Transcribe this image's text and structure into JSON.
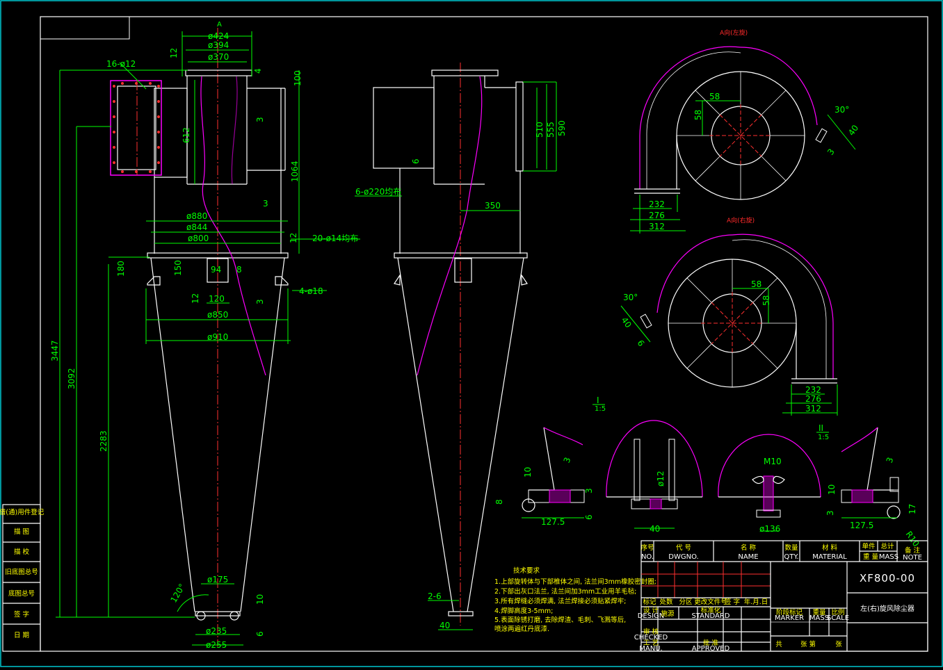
{
  "drawing_number": "XF800-00",
  "drawing_title": "左(右)旋风除尘器",
  "side_records": [
    "借(通)用件登记",
    "描 图",
    "描 校",
    "旧底图总号",
    "底图总号",
    "签 字",
    "日 期"
  ],
  "title_block": {
    "header_row": {
      "seq": "序号",
      "seq_en": "NO.",
      "code": "代 号",
      "code_en": "DWGNO.",
      "name": "名 称",
      "name_en": "NAME",
      "qty": "数量",
      "qty_en": "QTY.",
      "material": "材 料",
      "material_en": "MATERIAL",
      "unit": "单件",
      "total": "总计",
      "weight": "重 量",
      "weight_en": "MASS",
      "note": "备 注",
      "note_en": "NOTE"
    },
    "revision_row": [
      "标记",
      "处数",
      "分区",
      "更改文件号",
      "签 字",
      "年.月.日"
    ],
    "roles": [
      {
        "cn": "设 计",
        "en": "DESIGN",
        "extra": "施源"
      },
      {
        "cn": "审 核",
        "en": "CHECKED"
      },
      {
        "cn": "工 艺",
        "en": "MANU."
      }
    ],
    "standard": {
      "cn": "标准化",
      "en": "STANDARD"
    },
    "approve": {
      "cn": "批 准",
      "en": "APPROVED"
    },
    "stage": {
      "cn": "阶段标记",
      "en": "MARKER"
    },
    "mass": {
      "cn": "重量",
      "en": "MASS"
    },
    "scale": {
      "cn": "比例",
      "en": "SCALE"
    },
    "sheets": [
      "共",
      "张 第",
      "张"
    ]
  },
  "tech_requirements": {
    "title": "技术要求",
    "items": [
      "1.上部旋转体与下部椎体之间, 法兰间3mm橡胶密封圈;",
      "2.下部出灰口法兰, 法兰间加3mm工业用羊毛毡;",
      "3.所有焊缝必须焊满, 法兰焊接必须贴紧焊牢;",
      "4.焊脚高度3-5mm;",
      "5.表面除锈打磨, 去除焊渣、毛刺、飞溅等后,",
      "喷涂两遍红丹底漆."
    ]
  },
  "view_labels": {
    "a_arrow": "A",
    "view_a_top": "A向(左旋)",
    "view_a_bottom": "A向(右旋)",
    "detail_1": "I",
    "detail_1_scale": "1:5",
    "detail_2": "II",
    "detail_2_scale": "1:5"
  },
  "dimensions": {
    "d424": "ø424",
    "d394": "ø394",
    "d370": "ø370",
    "holes_16": "16-ø12",
    "d12a": "12",
    "d4": "4",
    "d100": "100",
    "d612": "612",
    "d3a": "3",
    "d1064": "1064",
    "d3b": "3",
    "d880": "ø880",
    "d844": "ø844",
    "d800": "ø800",
    "d12b": "12",
    "holes_20": "20-ø14均布",
    "d180": "180",
    "d150": "150",
    "d94": "94",
    "d8": "8",
    "d12c": "12",
    "d120": "120",
    "d3c": "3",
    "holes_4": "4-ø18",
    "d850": "ø850",
    "d910": "ø910",
    "d3447": "3447",
    "d3092": "3092",
    "d2283": "2283",
    "d175": "ø175",
    "a120": "120°",
    "d10a": "10",
    "d235": "ø235",
    "d255": "ø255",
    "d6a": "6",
    "d6b": "6",
    "holes_6": "6-ø220均布",
    "d350": "350",
    "d510": "510",
    "d555": "555",
    "d590": "590",
    "d2_6": "2-6",
    "d40a": "40",
    "d58a": "58",
    "d58b": "58",
    "a30a": "30°",
    "d40b": "40",
    "d3d": "3",
    "d232a": "232",
    "d276a": "276",
    "d312a": "312",
    "d58c": "58",
    "d58d": "58",
    "a30b": "30°",
    "d40c": "40",
    "d6c": "6",
    "d232b": "232",
    "d276b": "276",
    "d312b": "312",
    "d3e": "3",
    "d10b": "10",
    "d8b": "8",
    "d3f": "3",
    "d6d": "6",
    "d127a": "127.5",
    "d12d": "ø12",
    "d40d": "40",
    "d136": "ø136",
    "m10": "M10",
    "d3g": "3",
    "d10c": "10",
    "d3h": "3",
    "d127b": "127.5",
    "d17": "17",
    "r10": "R10"
  }
}
